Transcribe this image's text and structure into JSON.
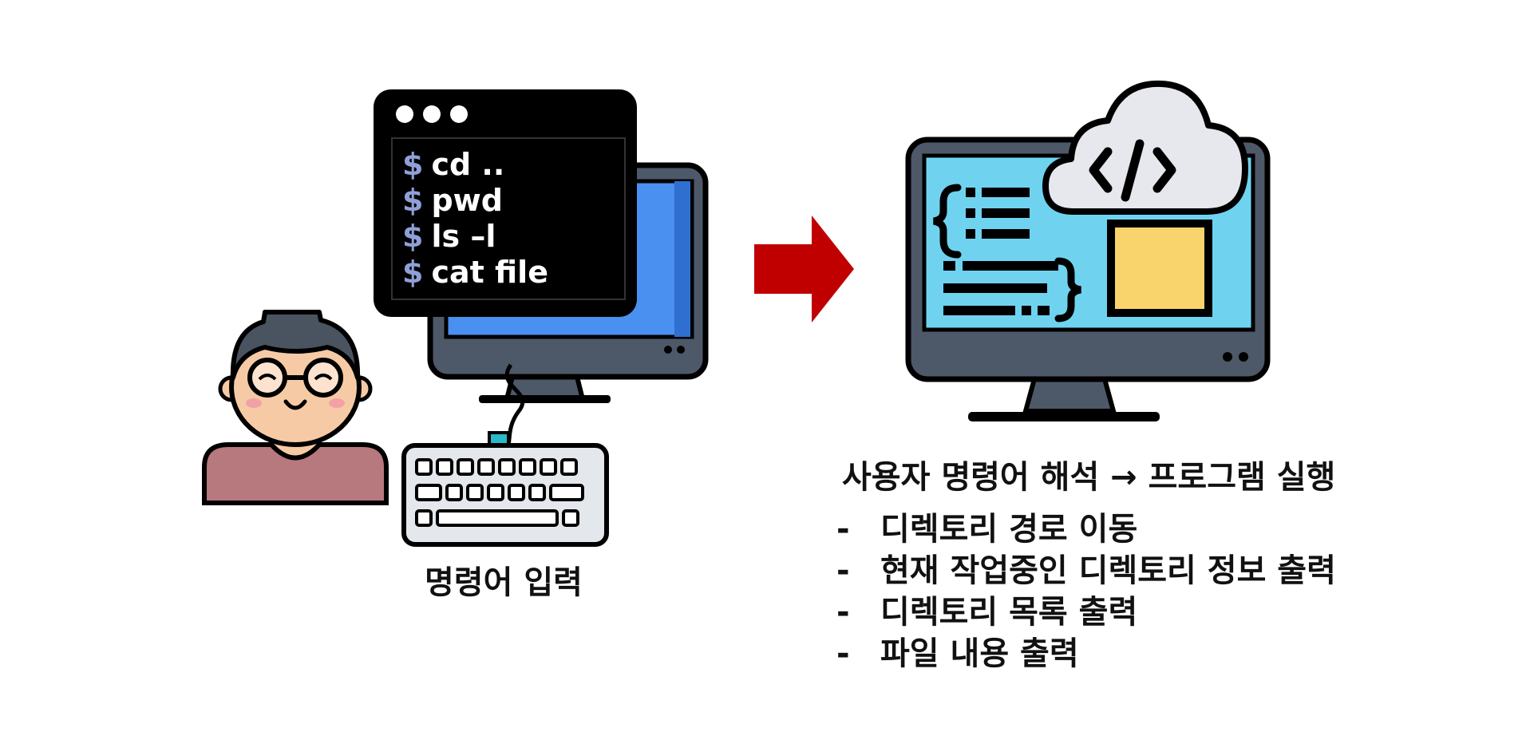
{
  "terminal": {
    "prompt_symbol": "$",
    "commands": [
      "cd ..",
      "pwd",
      "ls –l",
      "cat file"
    ]
  },
  "left_caption": "명령어 입력",
  "right_caption": "사용자 명령어 해석 → 프로그램 실행",
  "bullet_marker": "-",
  "bullets": [
    "디렉토리 경로 이동",
    "현재 작업중인 디렉토리 정보 출력",
    "디렉토리 목록 출력",
    "파일 내용 출력"
  ],
  "colors": {
    "arrow": "#c00000",
    "monitor_frame": "#4d5868",
    "left_screen": "#4a90f0",
    "right_screen": "#6fd3f0",
    "yellow_box": "#f9d36b",
    "terminal_bg": "#000000",
    "person_shirt": "#b7787e",
    "person_skin": "#f7caa6",
    "person_hair": "#4a5360",
    "keyboard_body": "#e4e7eb",
    "cloud": "#e6e8ee"
  },
  "icons": {
    "user": "person-with-glasses-icon",
    "terminal": "terminal-window-icon",
    "left_monitor": "monitor-icon",
    "keyboard": "keyboard-icon",
    "arrow": "right-arrow-icon",
    "right_monitor": "code-monitor-icon",
    "cloud": "cloud-code-icon"
  }
}
